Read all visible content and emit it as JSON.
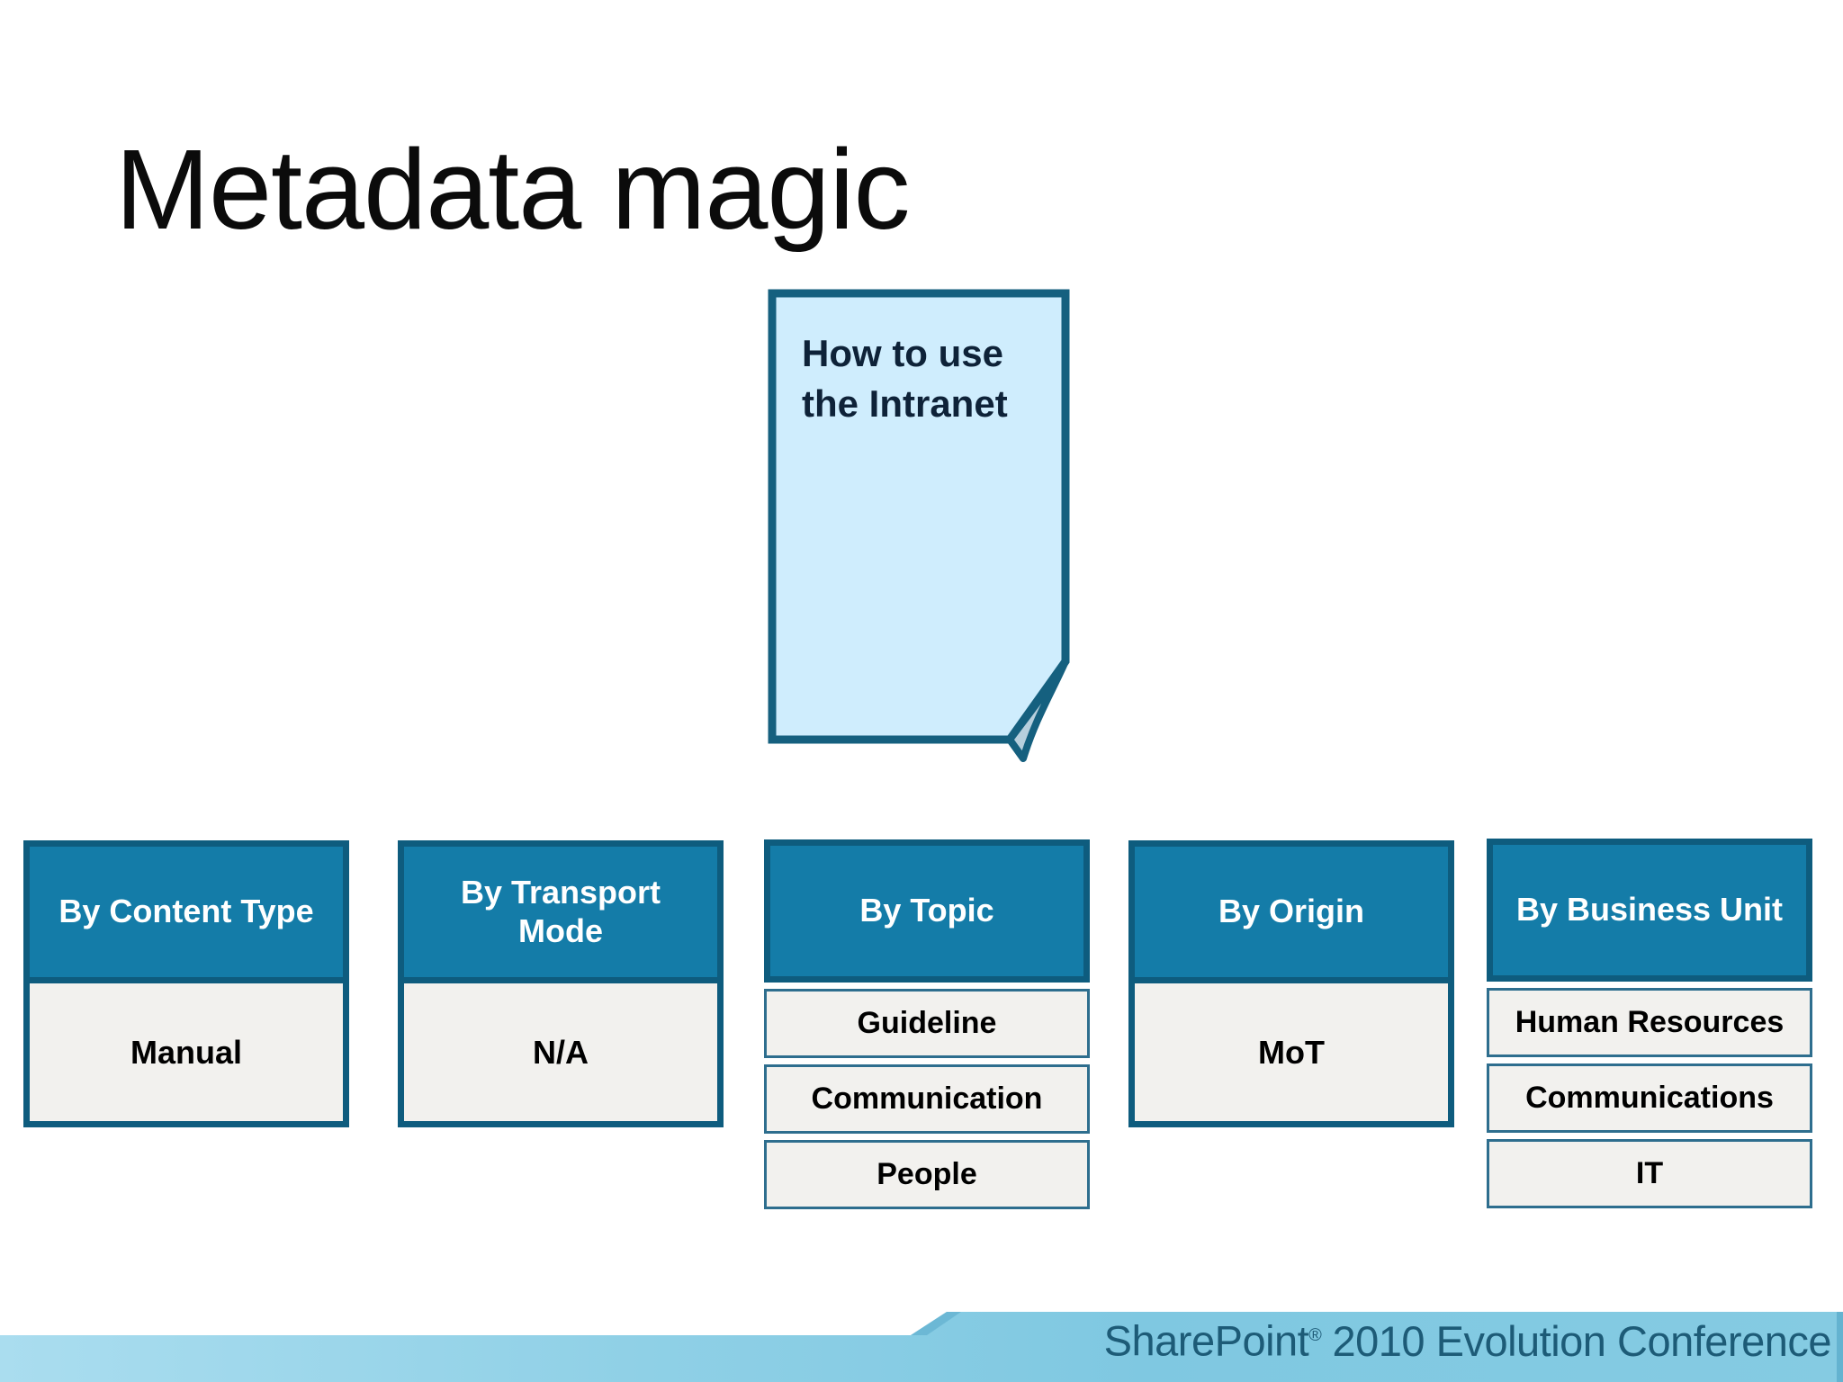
{
  "slide": {
    "title": "Metadata magic",
    "document": {
      "line1": "How to use",
      "line2": "the Intranet"
    },
    "boxes": [
      {
        "label": "By Content Type",
        "items": [
          "Manual"
        ]
      },
      {
        "label": "By Transport Mode",
        "items": [
          "N/A"
        ]
      },
      {
        "label": "By Topic",
        "items": [
          "Guideline",
          "Communication",
          "People"
        ]
      },
      {
        "label": "By Origin",
        "items": [
          "MoT"
        ]
      },
      {
        "label": "By Business Unit",
        "items": [
          "Human Resources",
          "Communications",
          "IT"
        ]
      }
    ],
    "footer": {
      "brand": "SharePoint",
      "registered": "®",
      "rest": "2010 Evolution Conference"
    },
    "colors": {
      "box_header_blue": "#147CA8",
      "box_border_teal": "#0E5C7E",
      "box_cell_bg": "#F2F1EE",
      "doc_fill": "#CFEDFD",
      "doc_border": "#15607F",
      "doc_fold_fill": "#B7CFDD",
      "footer_band_blue": "#7FC8E1",
      "footer_band_light": "#A8DCEE",
      "footer_text": "#1D5B77"
    }
  }
}
